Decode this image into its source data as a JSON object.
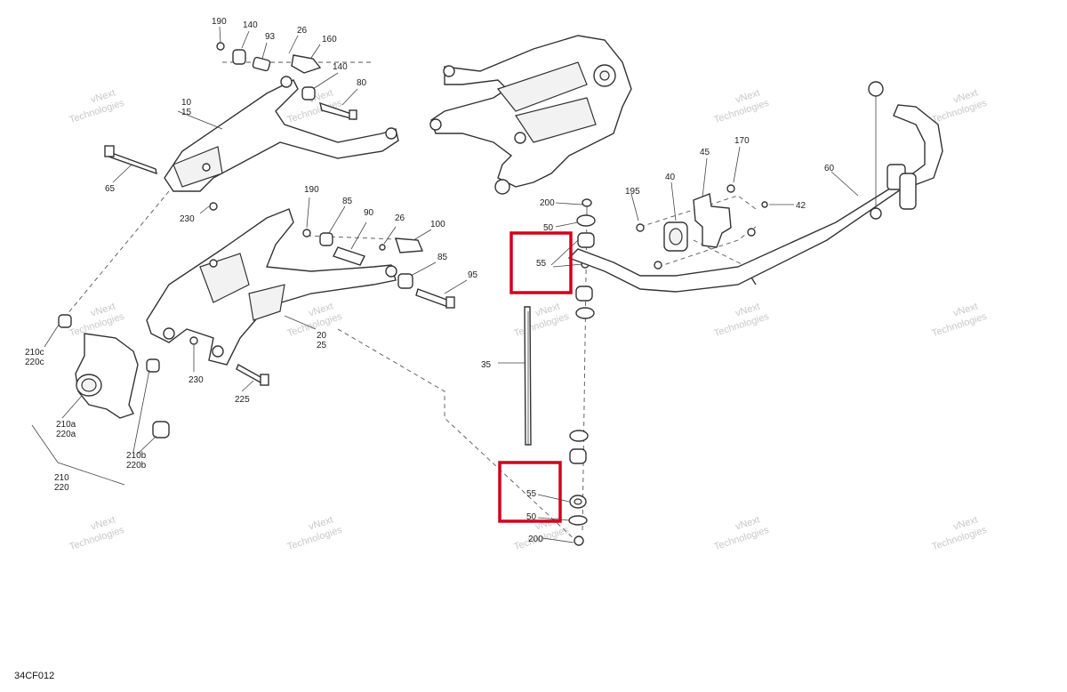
{
  "diagram": {
    "code": "34CF012",
    "watermark": [
      "vNext",
      "Technologies"
    ],
    "labels": {
      "l190a": "190",
      "l140a": "140",
      "l93": "93",
      "l26a": "26",
      "l160": "160",
      "l140b": "140",
      "l80": "80",
      "l10": "10",
      "l15": "15",
      "l65": "65",
      "l230a": "230",
      "l190b": "190",
      "l85a": "85",
      "l90": "90",
      "l26b": "26",
      "l100": "100",
      "l85b": "85",
      "l95": "95",
      "l20": "20",
      "l25": "25",
      "l230b": "230",
      "l225": "225",
      "l210c": "210c",
      "l220c": "220c",
      "l210a": "210a",
      "l220a": "220a",
      "l210b": "210b",
      "l220b": "220b",
      "l210": "210",
      "l220": "220",
      "l200a": "200",
      "l50a": "50",
      "l55a": "55",
      "l35": "35",
      "l55b": "55",
      "l50b": "50",
      "l200b": "200",
      "l195": "195",
      "l40": "40",
      "l45": "45",
      "l170": "170",
      "l42": "42",
      "l60": "60"
    },
    "highlight_color": "#d0021b"
  }
}
